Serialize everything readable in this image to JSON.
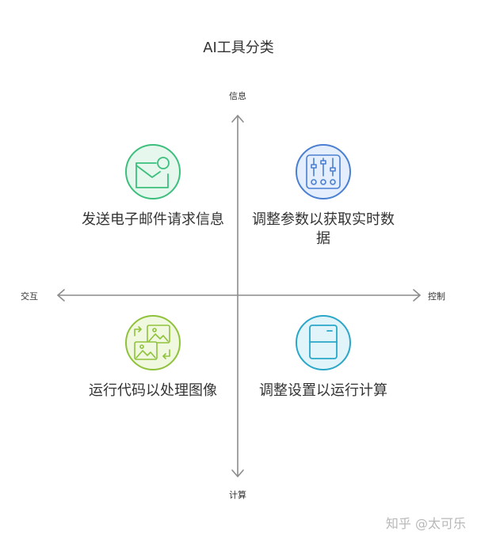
{
  "title": "AI工具分类",
  "axes": {
    "top": "信息",
    "bottom": "计算",
    "left": "交互",
    "right": "控制"
  },
  "quadrants": {
    "top_left": {
      "text": "发送电子邮件请求信息",
      "icon": "mail-notification-icon",
      "color": "#3cbf7c",
      "fill": "#e6f7ee"
    },
    "top_right": {
      "text": "调整参数以获取实时数据",
      "icon": "sliders-control-icon",
      "color": "#4a7fd1",
      "fill": "#e4eefc"
    },
    "bottom_left": {
      "text": "运行代码以处理图像",
      "icon": "image-swap-icon",
      "color": "#8fc23b",
      "fill": "#f0f8df"
    },
    "bottom_right": {
      "text": "调整设置以运行计算",
      "icon": "panel-window-icon",
      "color": "#2aa6c9",
      "fill": "#e1f4fa"
    }
  },
  "watermark": "知乎 @太可乐",
  "colors": {
    "axis": "#8c8c8c",
    "text": "#333333"
  }
}
